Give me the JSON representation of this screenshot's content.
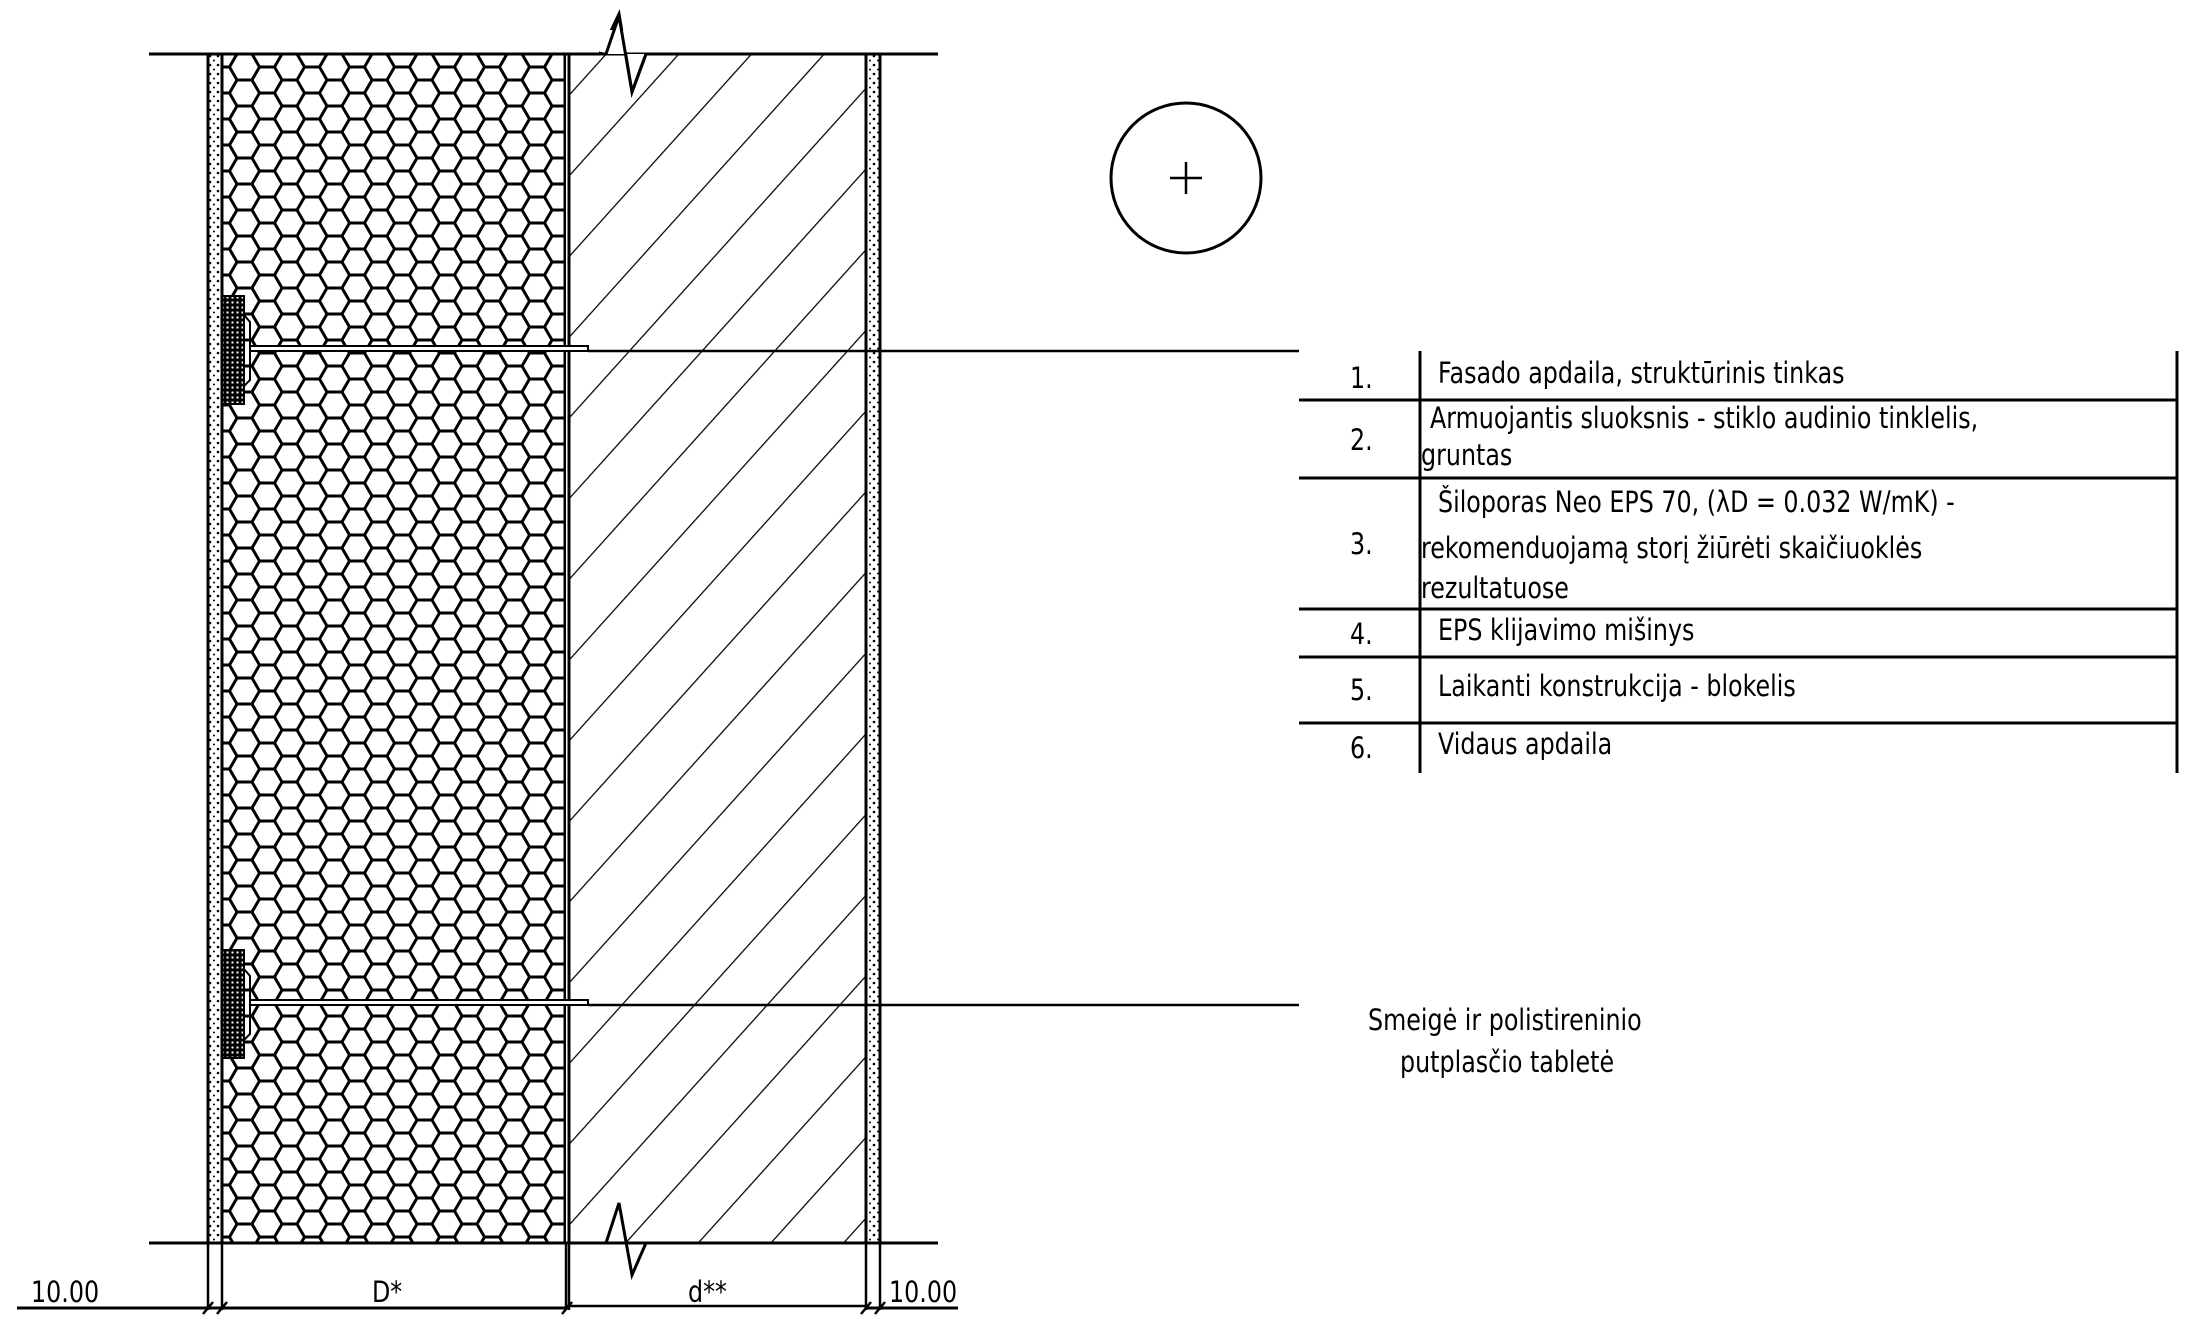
{
  "legend": {
    "rows": [
      {
        "num": "1.",
        "lines": [
          "Fasado apdaila, struktūrinis tinkas"
        ]
      },
      {
        "num": "2.",
        "lines": [
          " Armuojantis sluoksnis - stiklo audinio tinklelis,",
          "gruntas"
        ]
      },
      {
        "num": "3.",
        "lines": [
          "Šiloporas Neo EPS 70, (λD = 0.032 W/mK) -",
          "rekomenduojamą storį žiūrėti skaičiuoklės",
          "rezultatuose"
        ]
      },
      {
        "num": "4.",
        "lines": [
          "EPS klijavimo mišinys"
        ]
      },
      {
        "num": "5.",
        "lines": [
          "Laikanti konstrukcija - blokelis"
        ]
      },
      {
        "num": "6.",
        "lines": [
          "Vidaus apdaila"
        ]
      }
    ]
  },
  "anchor_note": {
    "lines": [
      "Smeigė ir polistireninio",
      "putplasčio tabletė"
    ]
  },
  "dimensions": {
    "left": "10.00",
    "insulation": "D*",
    "wall": "d**",
    "right": "10.00"
  }
}
